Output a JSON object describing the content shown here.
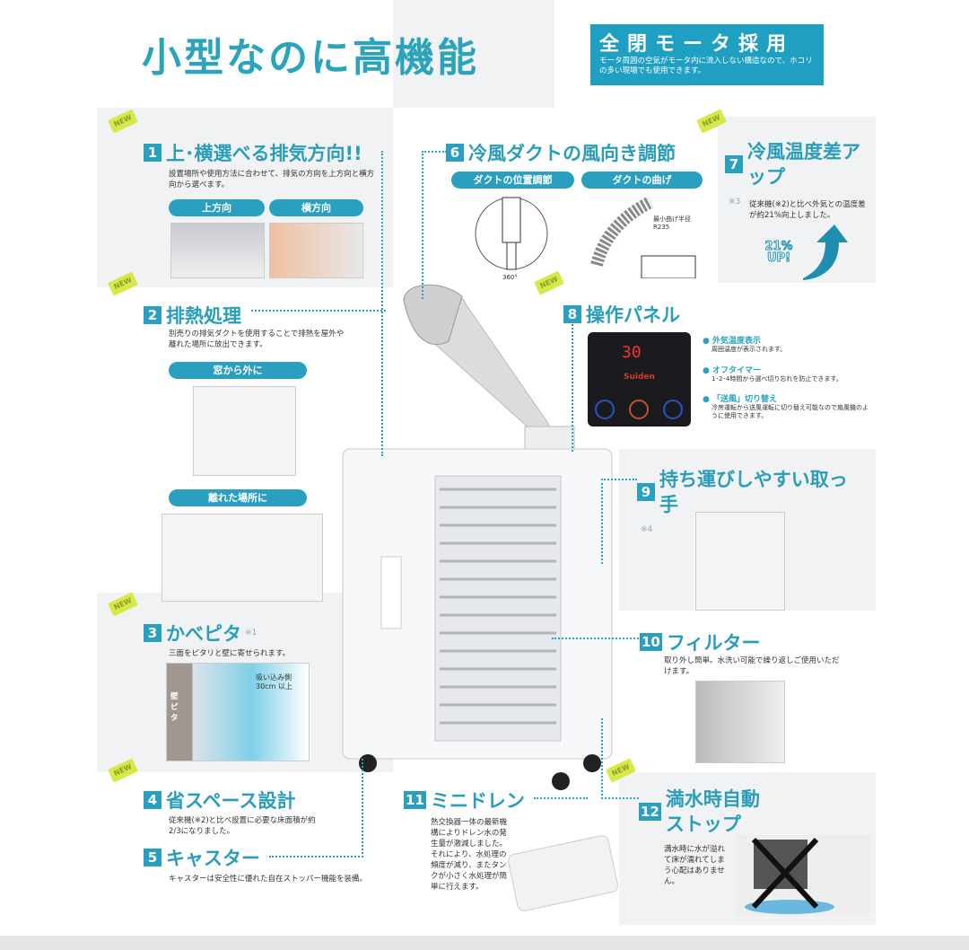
{
  "title": "小型なのに高機能",
  "badge": {
    "title": "全閉モータ採用",
    "text": "モータ周囲の空気がモータ内に流入しない構造なので、ホコリの多い現場でも使用できます。"
  },
  "new_label": "NEW",
  "sections": [
    {
      "num": "1",
      "heading": "上･横選べる排気方向!!",
      "desc": "設置場所や使用方法に合わせて、排気の方向を上方向と横方向から選べます。",
      "pills": [
        "上方向",
        "横方向"
      ]
    },
    {
      "num": "2",
      "heading": "排熱処理",
      "desc": "別売りの排気ダクトを使用することで排熱を屋外や離れた場所に放出できます。",
      "pills": [
        "窓から外に",
        "離れた場所に"
      ]
    },
    {
      "num": "3",
      "heading": "かべピタ",
      "note": "※1",
      "desc": "三面をピタリと壁に寄せられます。",
      "callout": "吸い込み側 30cm 以上",
      "wall_label": "壁ピタ"
    },
    {
      "num": "4",
      "heading": "省スペース設計",
      "desc": "従来機(※2)と比べ設置に必要な床面積が約2/3になりました。"
    },
    {
      "num": "5",
      "heading": "キャスター",
      "desc": "キャスターは安全性に優れた自在ストッパー機能を装備。"
    },
    {
      "num": "6",
      "heading": "冷風ダクトの風向き調節",
      "pills": [
        "ダクトの位置調節",
        "ダクトの曲げ"
      ],
      "angle": "360°",
      "bend": "最小曲げ半径 R235"
    },
    {
      "num": "7",
      "heading": "冷風温度差アップ",
      "note": "※3",
      "desc": "従来機(※2)と比べ外気との温度差が約21%向上しました。",
      "stamp": "21% UP!"
    },
    {
      "num": "8",
      "heading": "操作パネル",
      "display": "30",
      "brand": "Suiden",
      "bullets": [
        {
          "title": "外気温度表示",
          "text": "周囲温度が表示されます。"
        },
        {
          "title": "オフタイマー",
          "text": "1･2･4時間から選べ切り忘れを防止できます。"
        },
        {
          "title": "「送風」切り替え",
          "text": "冷房運転から送風運転に切り替え可能なので扇風機のように使用できます。"
        }
      ]
    },
    {
      "num": "9",
      "heading": "持ち運びしやすい取っ手",
      "note": "※4"
    },
    {
      "num": "10",
      "heading": "フィルター",
      "desc": "取り外し簡単。水洗い可能で繰り返しご使用いただけます。"
    },
    {
      "num": "11",
      "heading": "ミニドレン",
      "desc": "熱交換器一体の最新機構によりドレン水の発生量が激減しました。それにより、水処理の頻度が減り、またタンクが小さく水処理が簡単に行えます。"
    },
    {
      "num": "12",
      "heading": "満水時自動ストップ",
      "desc": "満水時に水が溢れて床が濡れてしまう心配はありません。"
    }
  ],
  "colors": {
    "accent": "#2a9fbf",
    "badge": "#1f9fc2",
    "new_tag": "#d8e84a"
  }
}
